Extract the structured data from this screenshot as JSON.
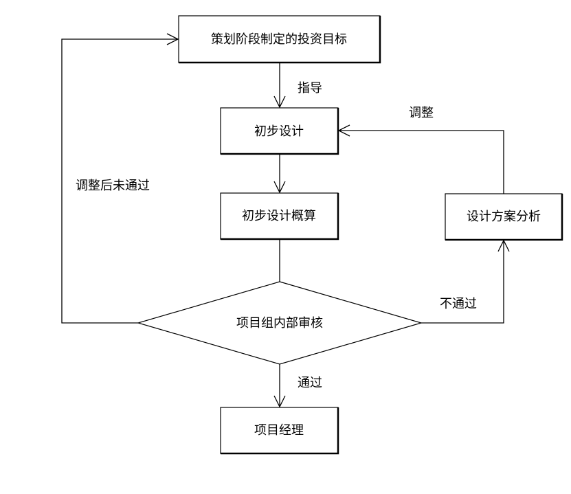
{
  "nodes": {
    "target": "策划阶段制定的投资目标",
    "prelim_design": "初步设计",
    "prelim_estimate": "初步设计概算",
    "review": "项目组内部审核",
    "scheme_analysis": "设计方案分析",
    "manager": "项目经理"
  },
  "edges": {
    "guide": "指导",
    "adjust": "调整",
    "adjusted_not_passed": "调整后未通过",
    "not_passed": "不通过",
    "passed": "通过"
  }
}
